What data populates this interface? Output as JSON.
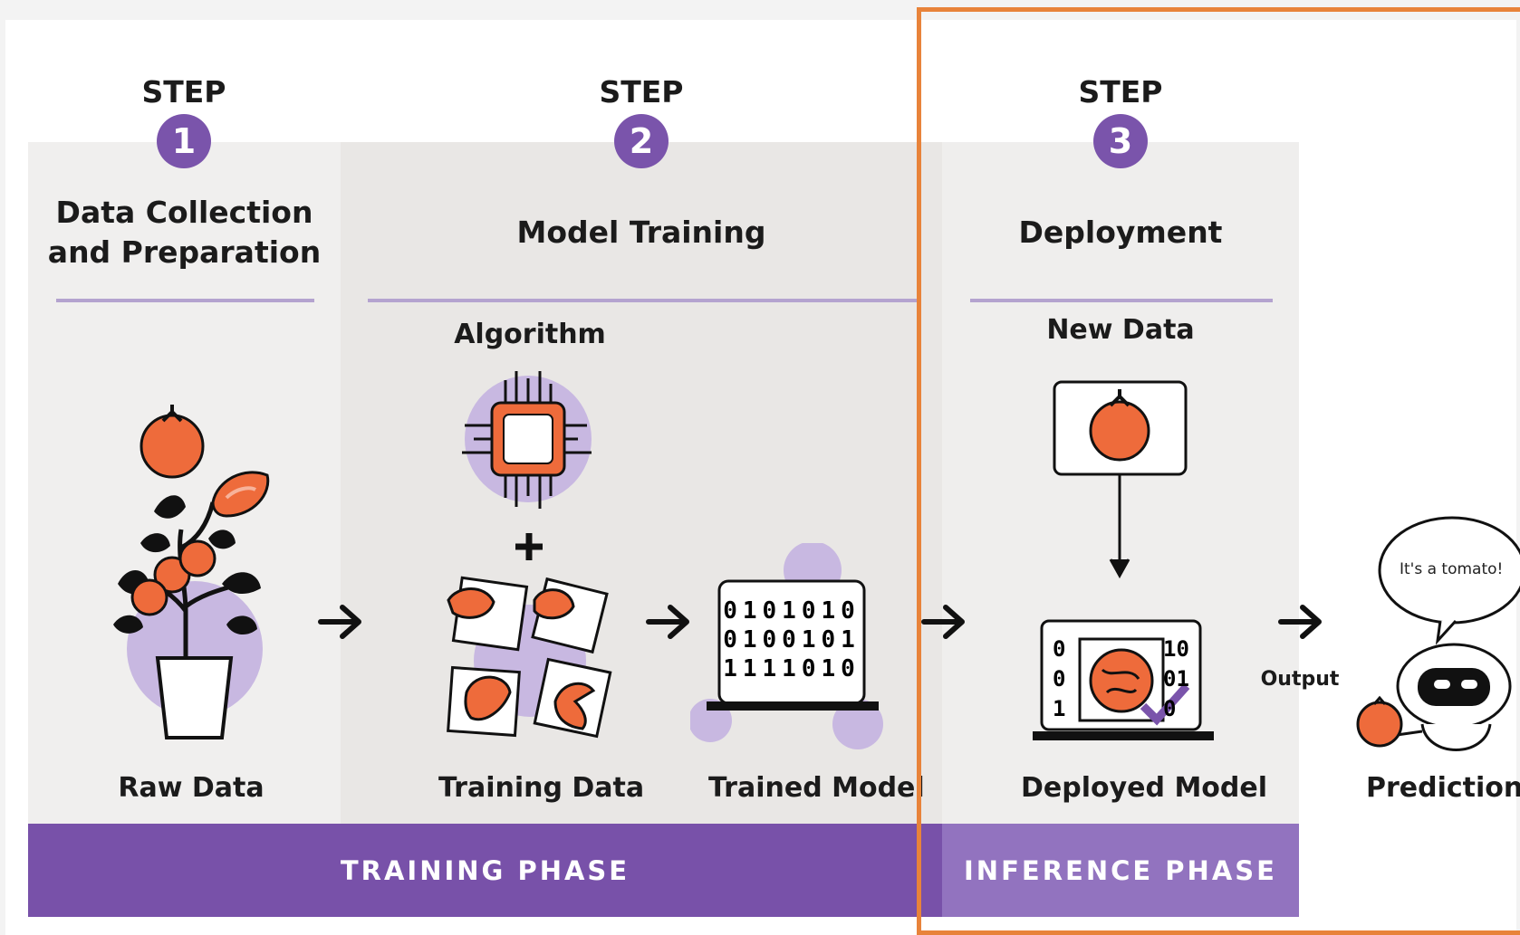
{
  "steps": [
    {
      "step_label": "STEP",
      "number": "1",
      "title_line1": "Data Collection",
      "title_line2": "and Preparation"
    },
    {
      "step_label": "STEP",
      "number": "2",
      "title": "Model Training"
    },
    {
      "step_label": "STEP",
      "number": "3",
      "title": "Deployment"
    }
  ],
  "labels": {
    "algorithm": "Algorithm",
    "new_data": "New Data",
    "raw_data": "Raw Data",
    "training_data": "Training Data",
    "trained_model": "Trained Model",
    "deployed_model": "Deployed Model",
    "prediction": "Prediction",
    "output": "Output",
    "speech": "It's a tomato!"
  },
  "binary": {
    "trained": [
      "0101010",
      "0100101",
      "1111010"
    ],
    "deployed_left": [
      "0",
      "0",
      "1"
    ],
    "deployed_right": [
      "10",
      "01",
      "0"
    ]
  },
  "phases": {
    "training": "TRAINING PHASE",
    "inference": "INFERENCE PHASE"
  },
  "colors": {
    "purple": "#7a54ab",
    "training_bar": "#7851a9",
    "inference_bar": "#9273bf",
    "tomato": "#ee6b3b",
    "highlight": "#e8833a"
  }
}
